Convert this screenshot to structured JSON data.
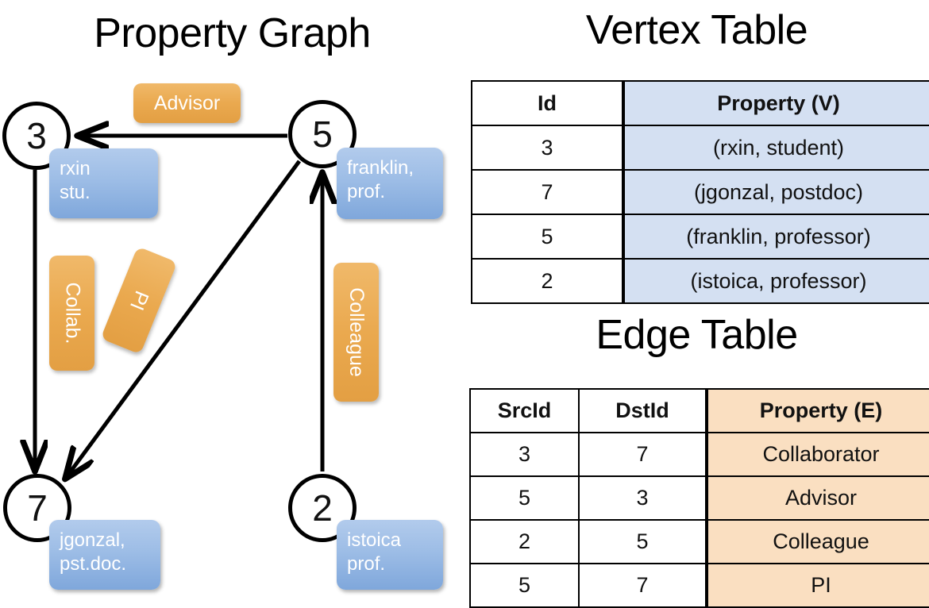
{
  "titles": {
    "property_graph": "Property Graph",
    "vertex_table": "Vertex Table",
    "edge_table": "Edge Table"
  },
  "graph": {
    "vertices": [
      {
        "id": "3",
        "chip": "rxin\nstu."
      },
      {
        "id": "5",
        "chip": "franklin,\nprof."
      },
      {
        "id": "7",
        "chip": "jgonzal,\npst.doc."
      },
      {
        "id": "2",
        "chip": "istoica\nprof."
      }
    ],
    "edge_labels": [
      {
        "label": "Advisor"
      },
      {
        "label": "Collab."
      },
      {
        "label": "PI"
      },
      {
        "label": "Colleague"
      }
    ]
  },
  "vertex_table": {
    "columns": [
      "Id",
      "Property (V)"
    ],
    "rows": [
      {
        "id": "3",
        "property": "(rxin, student)"
      },
      {
        "id": "7",
        "property": "(jgonzal, postdoc)"
      },
      {
        "id": "5",
        "property": "(franklin, professor)"
      },
      {
        "id": "2",
        "property": "(istoica, professor)"
      }
    ]
  },
  "edge_table": {
    "columns": [
      "SrcId",
      "DstId",
      "Property (E)"
    ],
    "rows": [
      {
        "src": "3",
        "dst": "7",
        "property": "Collaborator"
      },
      {
        "src": "5",
        "dst": "3",
        "property": "Advisor"
      },
      {
        "src": "2",
        "dst": "5",
        "property": "Colleague"
      },
      {
        "src": "5",
        "dst": "7",
        "property": "PI"
      }
    ]
  },
  "colors": {
    "vertex_property_fill": "#d4e0f2",
    "edge_property_fill": "#fadfc1",
    "vertex_chip": "#9dbde6",
    "edge_chip": "#eaa94f",
    "stroke": "#000000",
    "background": "#ffffff"
  }
}
